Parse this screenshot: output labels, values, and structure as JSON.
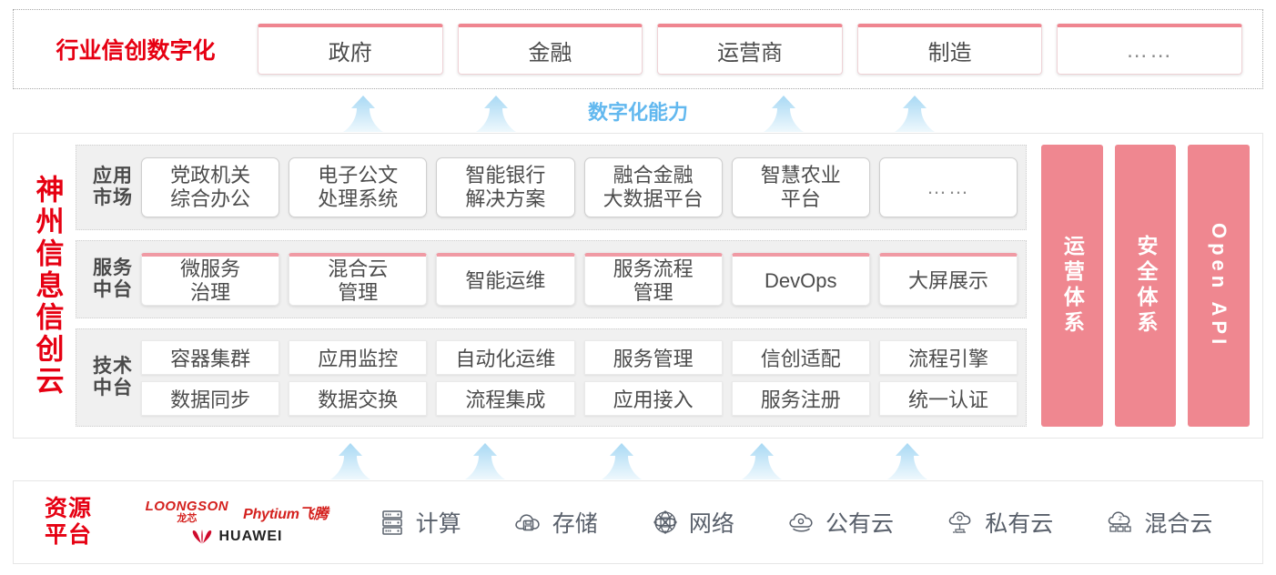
{
  "industry": {
    "title": "行业信创数字化",
    "boxes": [
      {
        "label": "政府"
      },
      {
        "label": "金融"
      },
      {
        "label": "运营商"
      },
      {
        "label": "制造"
      },
      {
        "label": "……"
      }
    ]
  },
  "capability_label": "数字化能力",
  "cloud": {
    "title": "神州信息信创云",
    "layers": [
      {
        "key": "app-market",
        "label": "应用\n市场",
        "label_line1": "应用",
        "label_line2": "市场",
        "style": "app-card",
        "rows": [
          [
            "党政机关\n综合办公",
            "电子公文\n处理系统",
            "智能银行\n解决方案",
            "融合金融\n大数据平台",
            "智慧农业\n平台",
            "……"
          ]
        ],
        "items": [
          {
            "line1": "党政机关",
            "line2": "综合办公"
          },
          {
            "line1": "电子公文",
            "line2": "处理系统"
          },
          {
            "line1": "智能银行",
            "line2": "解决方案"
          },
          {
            "line1": "融合金融",
            "line2": "大数据平台"
          },
          {
            "line1": "智慧农业",
            "line2": "平台"
          },
          {
            "line1": "……",
            "line2": ""
          }
        ]
      },
      {
        "key": "service-mid",
        "label_line1": "服务",
        "label_line2": "中台",
        "style": "svc-card",
        "items": [
          {
            "line1": "微服务",
            "line2": "治理"
          },
          {
            "line1": "混合云",
            "line2": "管理"
          },
          {
            "line1": "智能运维",
            "line2": ""
          },
          {
            "line1": "服务流程",
            "line2": "管理"
          },
          {
            "line1": "DevOps",
            "line2": ""
          },
          {
            "line1": "大屏展示",
            "line2": ""
          }
        ]
      },
      {
        "key": "tech-mid",
        "label_line1": "技术",
        "label_line2": "中台",
        "style": "tech-card",
        "row1": [
          "容器集群",
          "应用监控",
          "自动化运维",
          "服务管理",
          "信创适配",
          "流程引擎"
        ],
        "row2": [
          "数据同步",
          "数据交换",
          "流程集成",
          "应用接入",
          "服务注册",
          "统一认证"
        ]
      }
    ],
    "pillars": [
      {
        "label": "运营体系",
        "type": "cjk"
      },
      {
        "label": "安全体系",
        "type": "cjk"
      },
      {
        "label": "Open API",
        "type": "latin"
      }
    ]
  },
  "resource": {
    "title_line1": "资源",
    "title_line2": "平台",
    "logos": {
      "loongson_en": "LOONGSON",
      "loongson_cn": "龙芯",
      "phytium": "Phytium飞腾",
      "huawei": "HUAWEI"
    },
    "items": [
      {
        "icon": "server-icon",
        "label": "计算"
      },
      {
        "icon": "cloud-storage-icon",
        "label": "存储"
      },
      {
        "icon": "network-icon",
        "label": "网络"
      },
      {
        "icon": "public-cloud-icon",
        "label": "公有云"
      },
      {
        "icon": "private-cloud-icon",
        "label": "私有云"
      },
      {
        "icon": "hybrid-cloud-icon",
        "label": "混合云"
      }
    ]
  },
  "colors": {
    "brand_red": "#e60012",
    "pillar_pink": "#ef8790",
    "card_top_pink": "#f09aa4",
    "arrow_blue": "#bfe2f7",
    "capability_blue": "#62b8ef"
  },
  "arrows": {
    "top_count": 4,
    "bottom_count": 5
  }
}
